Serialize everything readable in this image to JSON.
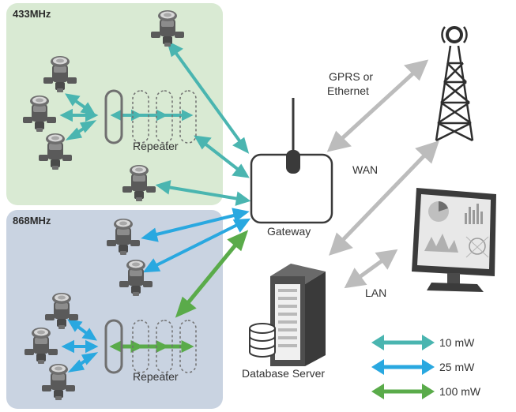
{
  "zones": {
    "upper": {
      "label": "433MHz",
      "color": "#d9ead3"
    },
    "lower": {
      "label": "868MHz",
      "color": "#c9d3e1"
    }
  },
  "labels": {
    "repeater_upper": "Repeater",
    "repeater_lower": "Repeater",
    "gateway": "Gateway",
    "database_server": "Database Server",
    "gprs_line1": "GPRS or",
    "gprs_line2": "Ethernet",
    "wan": "WAN",
    "lan": "LAN"
  },
  "legend": [
    {
      "label": "10 mW",
      "color": "#4ab5b0"
    },
    {
      "label": "25 mW",
      "color": "#29a8e0"
    },
    {
      "label": "100 mW",
      "color": "#5aab4a"
    }
  ],
  "colors": {
    "teal": "#4ab5b0",
    "blue": "#29a8e0",
    "green": "#5aab4a",
    "grey_link": "#bcbcbc",
    "device_dark": "#3a3a3a"
  },
  "icons": {
    "meter": "water-meter-icon",
    "repeater": "repeater-icon",
    "gateway": "gateway-icon",
    "tower": "radio-tower-icon",
    "server": "database-server-icon",
    "monitor": "monitor-icon"
  }
}
